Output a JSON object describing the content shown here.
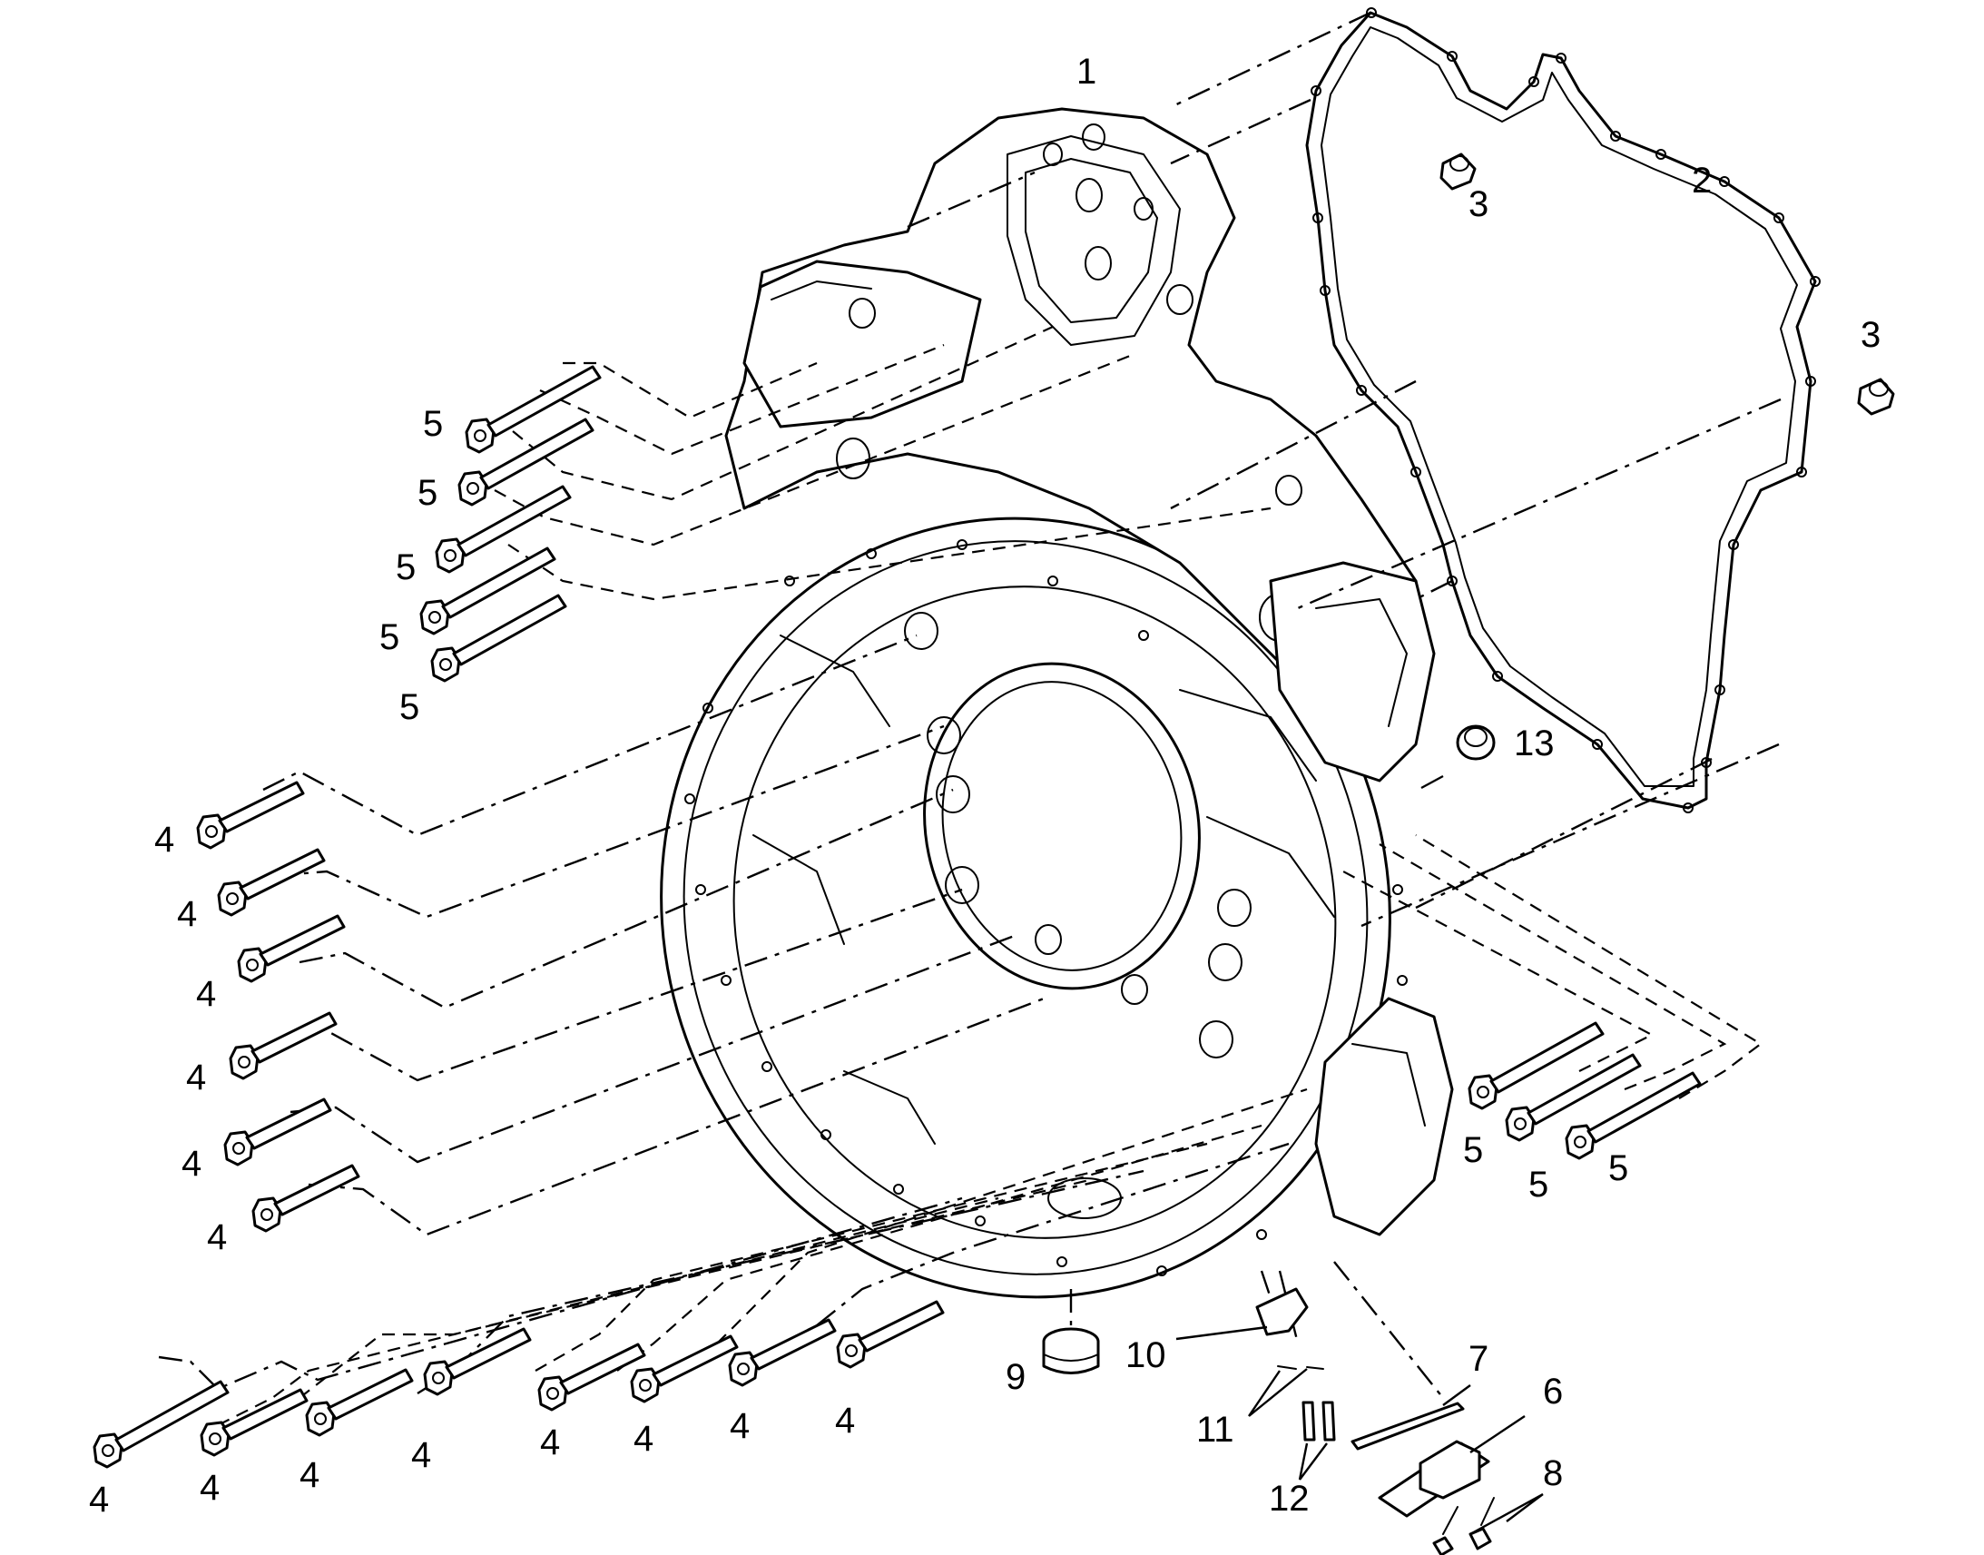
{
  "callouts": {
    "c1": "1",
    "c2": "2",
    "c3a": "3",
    "c3b": "3",
    "c4_left_1": "4",
    "c4_left_2": "4",
    "c4_left_3": "4",
    "c4_left_4": "4",
    "c4_left_5": "4",
    "c4_left_6": "4",
    "c4_bottom_1": "4",
    "c4_bottom_2": "4",
    "c4_bottom_3": "4",
    "c4_bottom_4": "4",
    "c4_bottom_5": "4",
    "c4_bottom_6": "4",
    "c4_bottom_7": "4",
    "c4_bottom_8": "4",
    "c5_upper_1": "5",
    "c5_upper_2": "5",
    "c5_upper_3": "5",
    "c5_upper_4": "5",
    "c5_upper_5": "5",
    "c5_right_1": "5",
    "c5_right_2": "5",
    "c5_right_3": "5",
    "c6": "6",
    "c7": "7",
    "c8": "8",
    "c9": "9",
    "c10": "10",
    "c11": "11",
    "c12": "12",
    "c13": "13"
  }
}
